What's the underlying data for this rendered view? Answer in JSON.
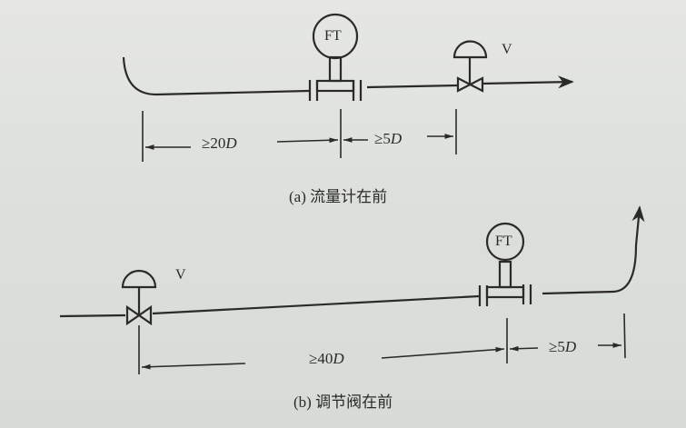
{
  "diagram_a": {
    "caption": "(a) 流量计在前",
    "transmitter_label": "FT",
    "valve_label": "V",
    "dim_upstream": "≥20",
    "dim_upstream_unit": "D",
    "dim_downstream": "≥5",
    "dim_downstream_unit": "D"
  },
  "diagram_b": {
    "caption": "(b) 调节阀在前",
    "transmitter_label": "FT",
    "valve_label": "V",
    "dim_upstream": "≥40",
    "dim_upstream_unit": "D",
    "dim_downstream": "≥5",
    "dim_downstream_unit": "D"
  },
  "colors": {
    "line": "#2a2a2a",
    "background": "#dfe1dd"
  }
}
